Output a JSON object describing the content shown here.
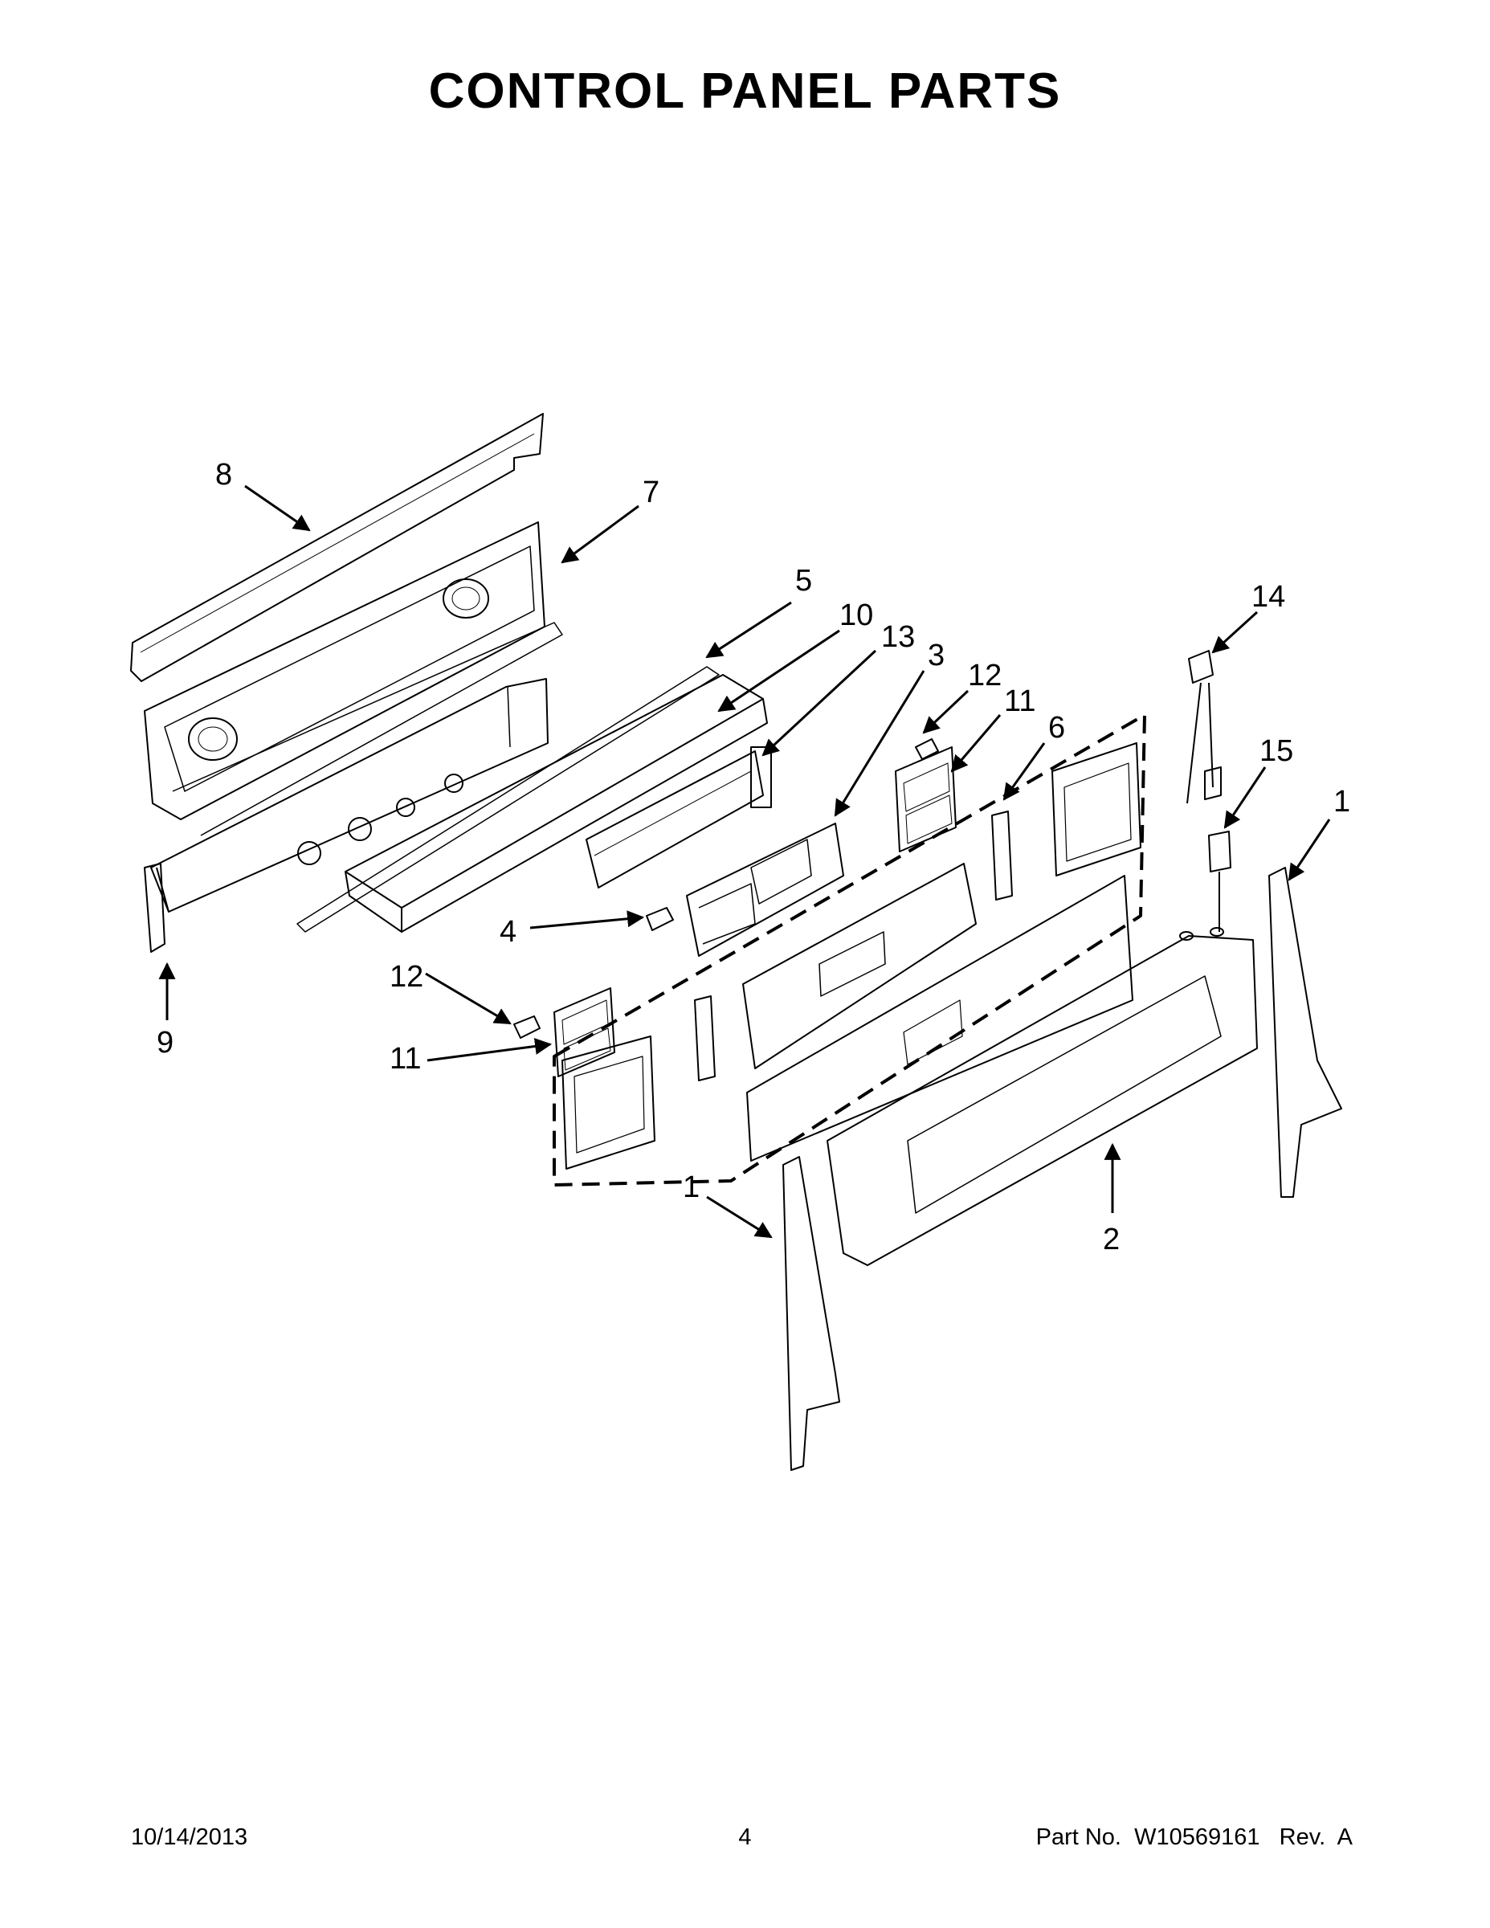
{
  "page": {
    "title": "CONTROL PANEL PARTS"
  },
  "callouts": [
    {
      "label": "8"
    },
    {
      "label": "7"
    },
    {
      "label": "5"
    },
    {
      "label": "10"
    },
    {
      "label": "13"
    },
    {
      "label": "3"
    },
    {
      "label": "12"
    },
    {
      "label": "11"
    },
    {
      "label": "6"
    },
    {
      "label": "14"
    },
    {
      "label": "15"
    },
    {
      "label": "1"
    },
    {
      "label": "4"
    },
    {
      "label": "12"
    },
    {
      "label": "9"
    },
    {
      "label": "11"
    },
    {
      "label": "1"
    },
    {
      "label": "2"
    }
  ],
  "footer": {
    "date": "10/14/2013",
    "page_number": "4",
    "part_number": "Part No.  W10569161   Rev.  A"
  }
}
